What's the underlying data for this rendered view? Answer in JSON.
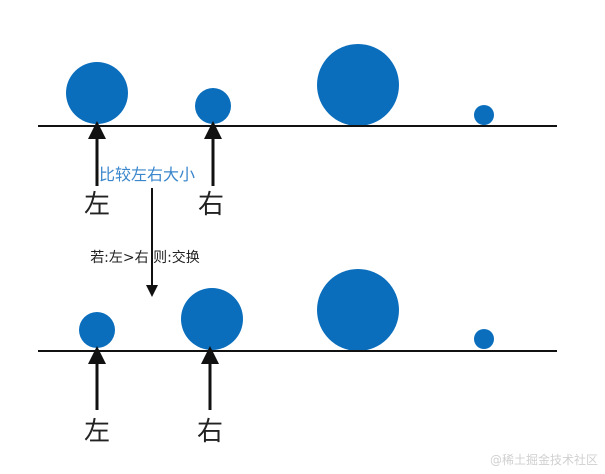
{
  "colors": {
    "ball": "#0a6ebd",
    "line": "#111111",
    "arrow": "#111111",
    "compare_text": "#3a86cc",
    "text": "#222222",
    "watermark": "#d0d0d0"
  },
  "top_row": {
    "left_pointer_label": "左",
    "right_pointer_label": "右"
  },
  "compare_label": "比较左右大小",
  "condition_label": "若:左>右 则:交换",
  "bottom_row": {
    "left_pointer_label": "左",
    "right_pointer_label": "右"
  },
  "watermark": "@稀土掘金技术社区"
}
